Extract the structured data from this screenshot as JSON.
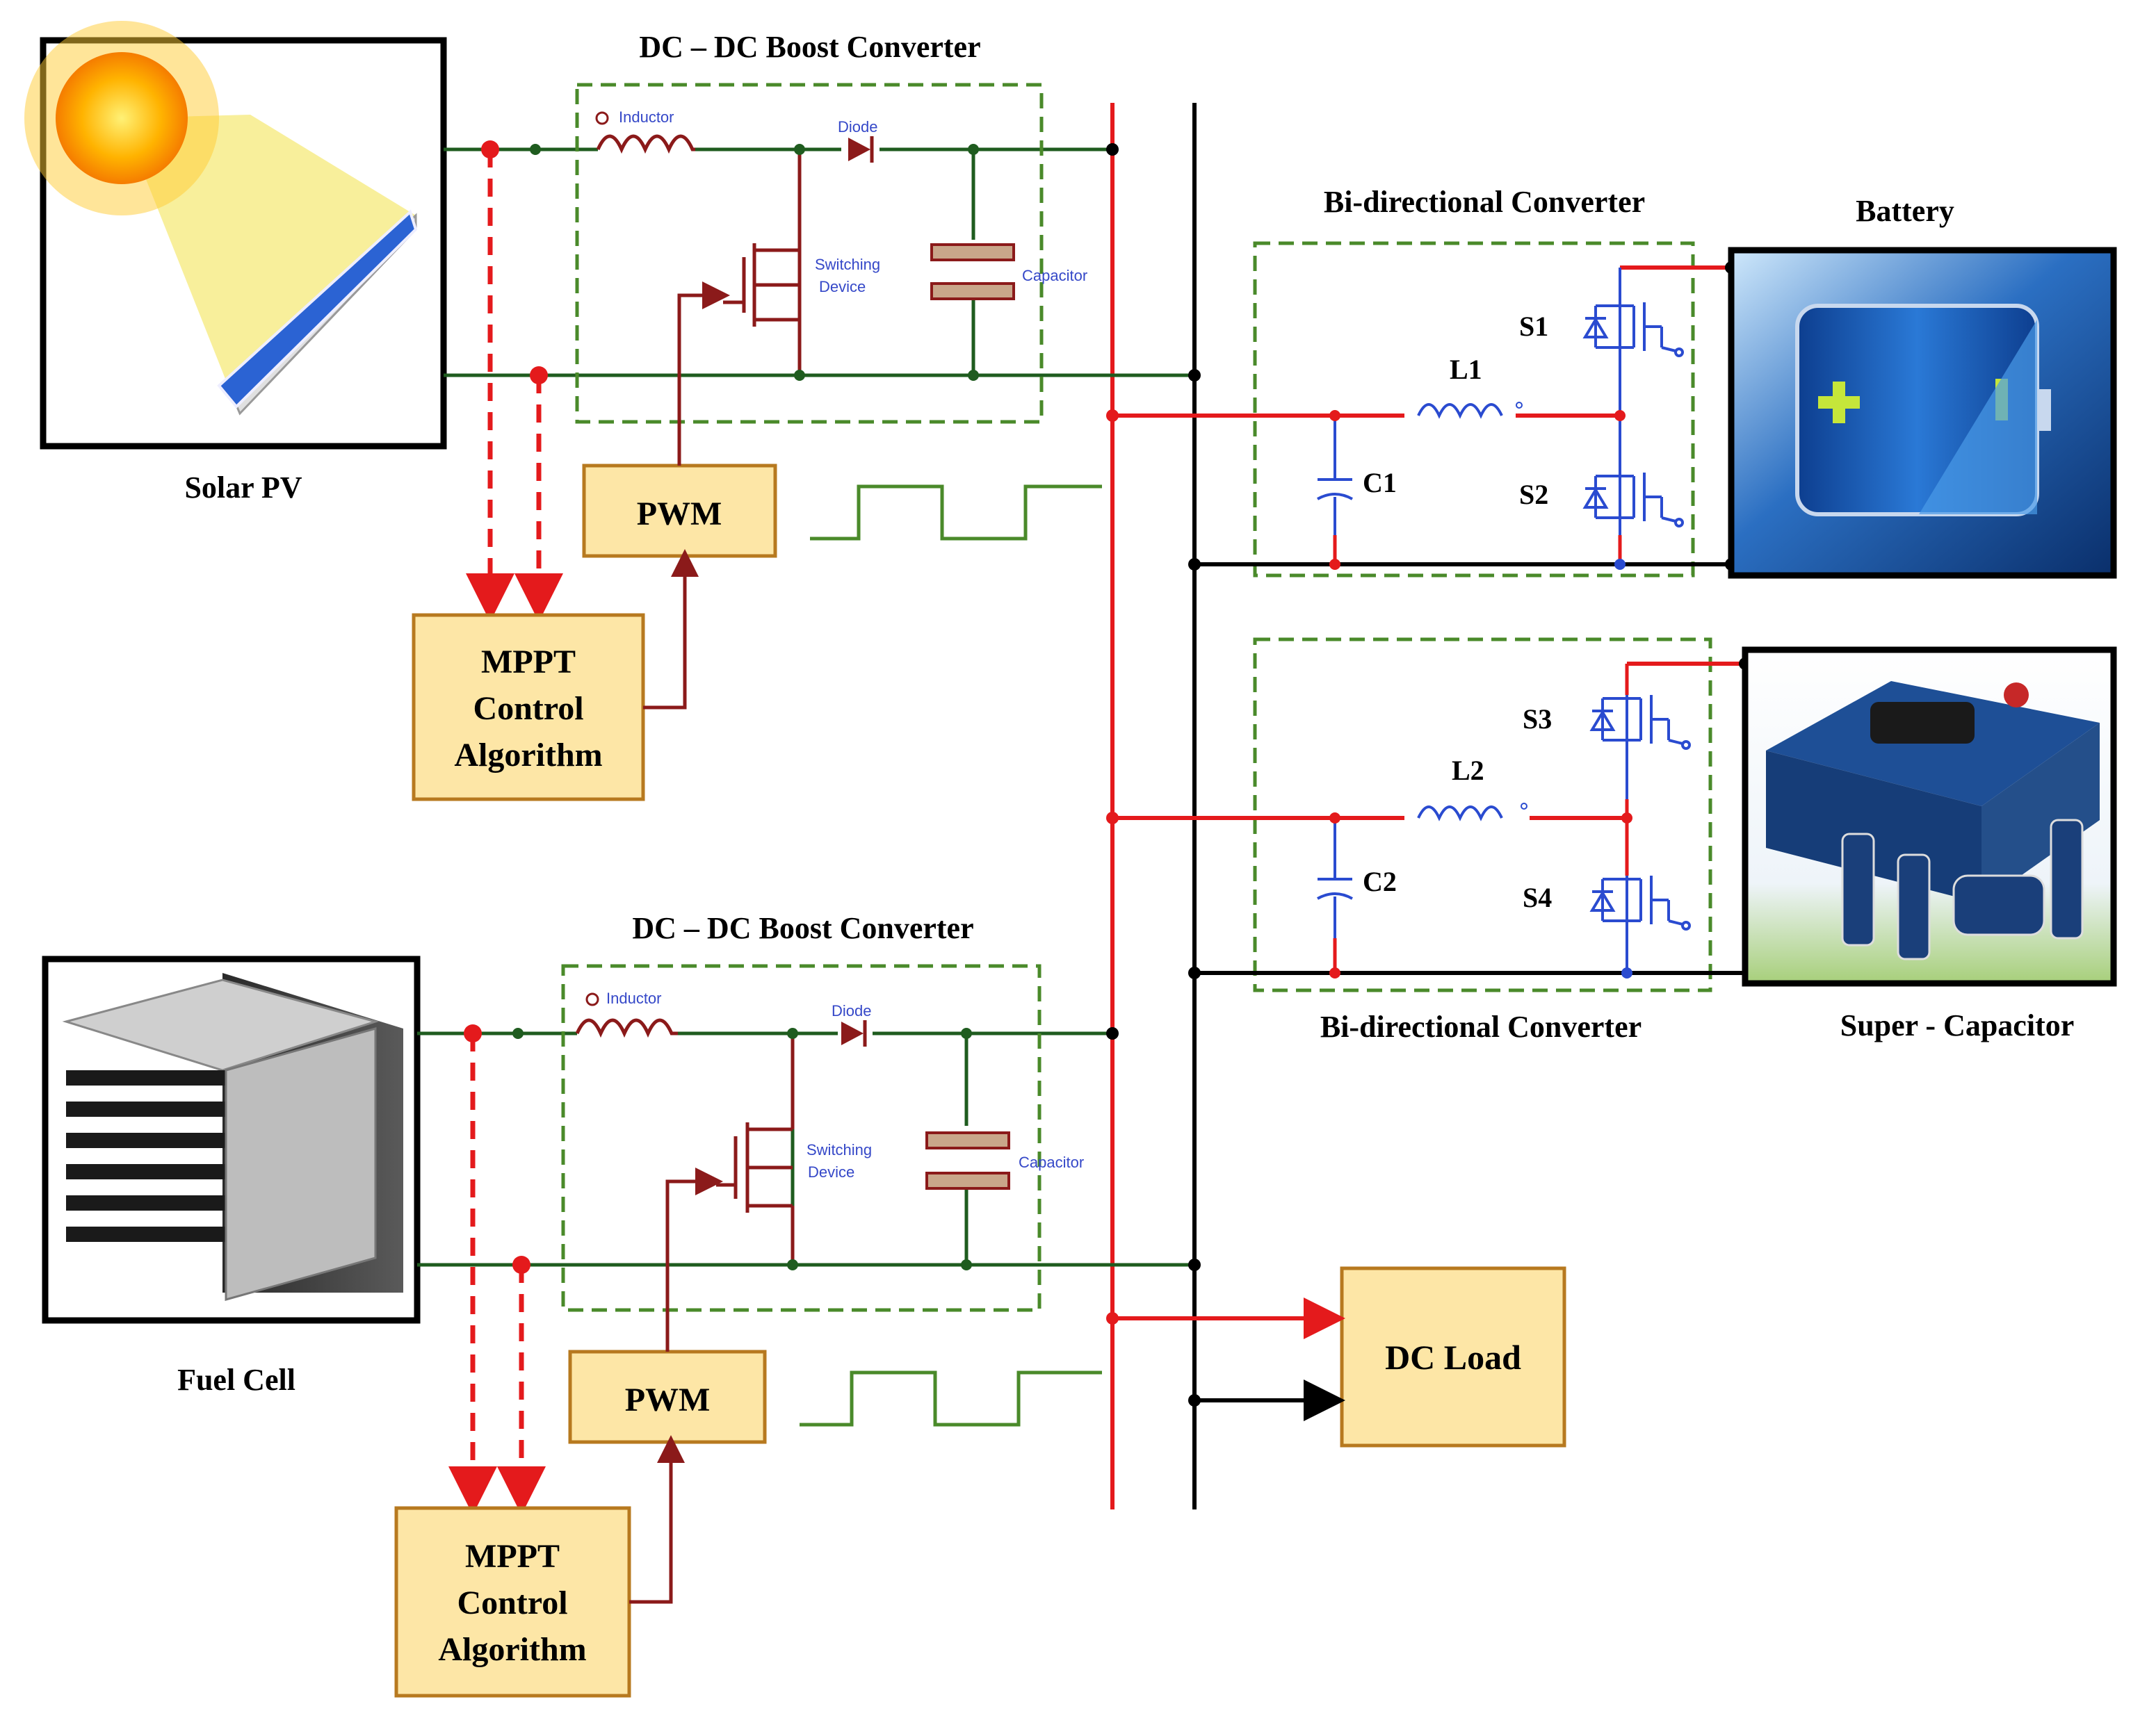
{
  "titles": {
    "boost_top": "DC – DC Boost Converter",
    "boost_bottom": "DC – DC Boost Converter",
    "bidir_top": "Bi-directional Converter",
    "bidir_bottom": "Bi-directional Converter"
  },
  "sources": {
    "solar": "Solar PV",
    "fuel": "Fuel Cell",
    "battery": "Battery",
    "supercap": "Super - Capacitor"
  },
  "components": {
    "inductor": "Inductor",
    "diode": "Diode",
    "switching_1": "Switching",
    "switching_2": "Device",
    "capacitor": "Capacitor"
  },
  "blocks": {
    "pwm": "PWM",
    "mppt_1": "MPPT",
    "mppt_2": "Control",
    "mppt_3": "Algorithm",
    "dc_load": "DC Load"
  },
  "bidir": {
    "L1": "L1",
    "C1": "C1",
    "S1": "S1",
    "S2": "S2",
    "L2": "L2",
    "C2": "C2",
    "S3": "S3",
    "S4": "S4"
  },
  "colors": {
    "dc_bus_positive": "#e41a1c",
    "dc_bus_negative": "#000000",
    "boost_wire": "#1f5c1f",
    "control_wire": "#8b1a1a",
    "block_fill": "#fde6a6",
    "converter_border": "#4a8a2a",
    "bidir_switch": "#2a4bd0"
  }
}
